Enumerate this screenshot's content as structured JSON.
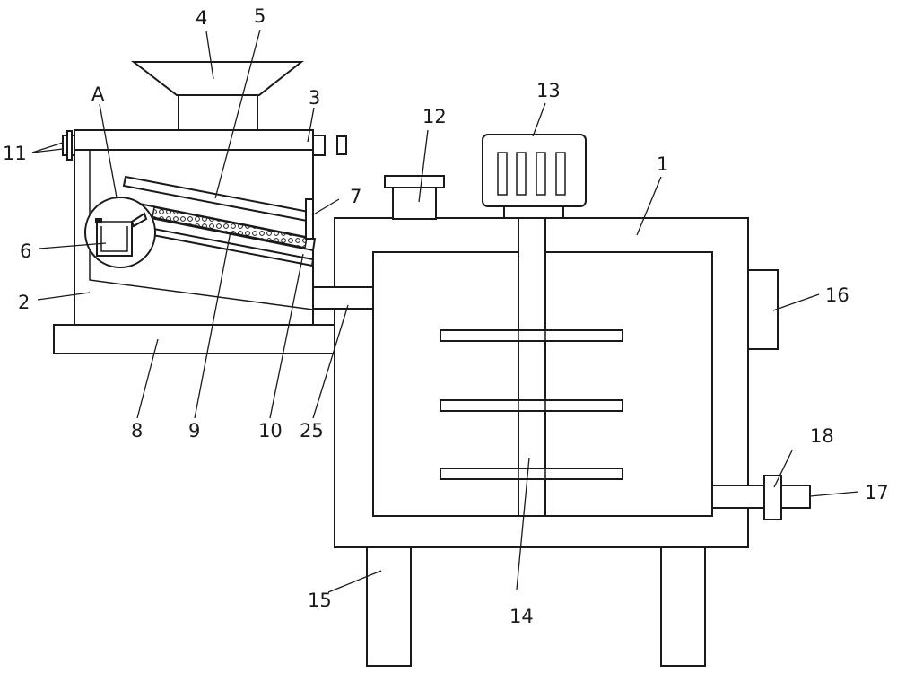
{
  "labels": {
    "l1": "1",
    "l2": "2",
    "l3": "3",
    "l4": "4",
    "l5": "5",
    "l6": "6",
    "l7": "7",
    "l8": "8",
    "l9": "9",
    "l10": "10",
    "l11": "11",
    "l12": "12",
    "l13": "13",
    "l14": "14",
    "l15": "15",
    "l16": "16",
    "l17": "17",
    "l18": "18",
    "l25": "25",
    "lA": "A"
  }
}
